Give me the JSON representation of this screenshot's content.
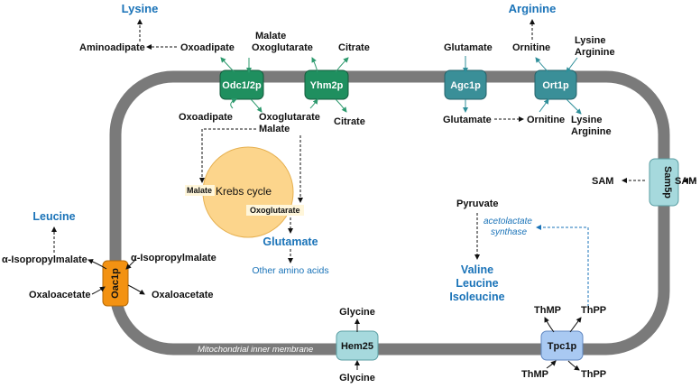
{
  "membrane_label": "Mitochondrial inner membrane",
  "proteins": {
    "odc": "Odc1/2p",
    "yhm": "Yhm2p",
    "agc": "Agc1p",
    "ort": "Ort1p",
    "sam": "Sam5p",
    "oac": "Oac1p",
    "hem": "Hem25",
    "tpc": "Tpc1p"
  },
  "products": {
    "lysine": "Lysine",
    "arginine": "Arginine",
    "leucine": "Leucine",
    "glutamate": "Glutamate",
    "valine": "Valine",
    "leucine2": "Leucine",
    "isoleucine": "Isoleucine",
    "other_amino_acids": "Other amino acids"
  },
  "metabolites": {
    "aminoadipate": "Aminoadipate",
    "oxoadipate_out": "Oxoadipate",
    "malate_out": "Malate",
    "oxoglutarate_out": "Oxoglutarate",
    "citrate_out": "Citrate",
    "glutamate_out": "Glutamate",
    "ornitine_out": "Ornitine",
    "lysine_out": "Lysine",
    "arginine_out": "Arginine",
    "oxoadipate_in": "Oxoadipate",
    "oxoglutarate_in": "Oxoglutarate",
    "malate_in": "Malate",
    "citrate_in": "Citrate",
    "glutamate_in": "Glutamate",
    "ornitine_in": "Ornitine",
    "lysine_in": "Lysine",
    "arginine_in": "Arginine",
    "sam_out": "SAM",
    "sam_in": "SAM",
    "pyruvate": "Pyruvate",
    "isopropylmalate_out": "α-Isopropylmalate",
    "isopropylmalate_in": "α-Isopropylmalate",
    "oxaloacetate_out": "Oxaloacetate",
    "oxaloacetate_in": "Oxaloacetate",
    "glycine_in": "Glycine",
    "glycine_out": "Glycine",
    "thmp_in": "ThMP",
    "thpp_in": "ThPP",
    "thmp_out": "ThMP",
    "thpp_out": "ThPP"
  },
  "krebs": {
    "label": "Krebs cycle",
    "malate": "Malate",
    "oxoglutarate": "Oxoglutarate"
  },
  "enzyme": {
    "line1": "acetolactate",
    "line2": "synthase"
  },
  "colors": {
    "membrane": "#7a7a7a",
    "green": "#1f8f5f",
    "teal": "#3a8f98",
    "light_teal": "#a6d9dd",
    "orange": "#f39212",
    "light_blue": "#a9c9f2",
    "blue_text": "#1a73b8",
    "krebs": "#fcd58c"
  }
}
